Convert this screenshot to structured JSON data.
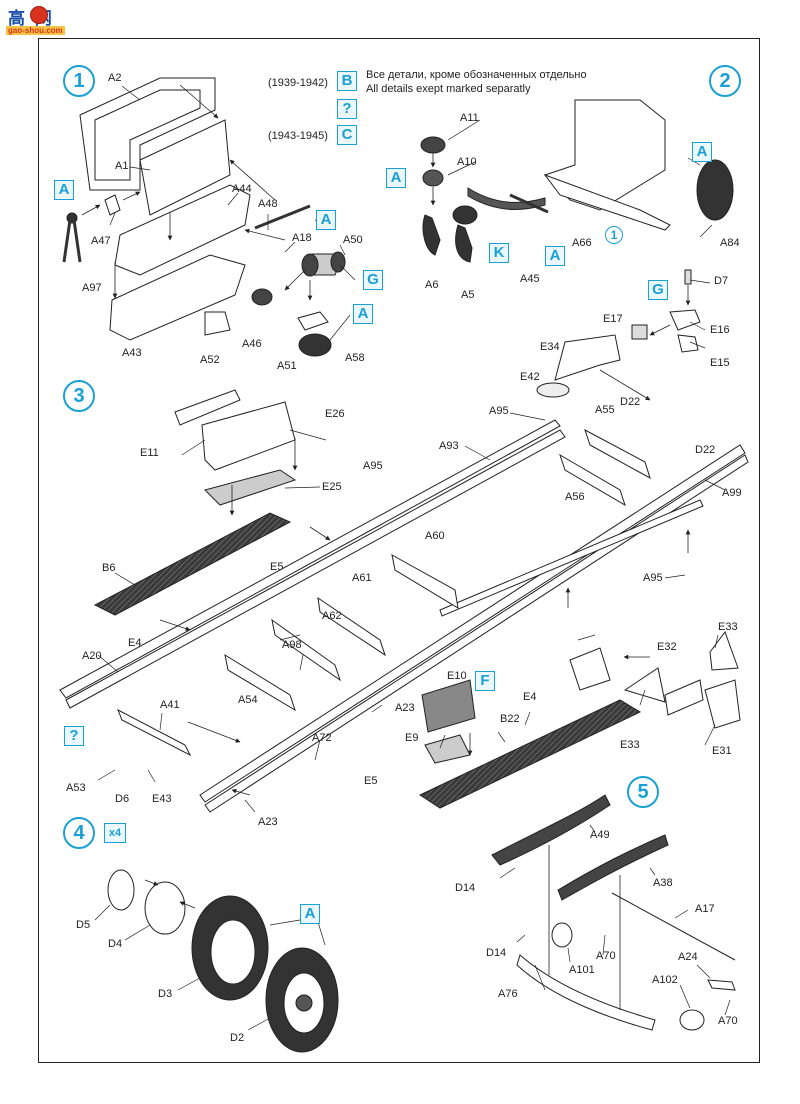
{
  "watermark": {
    "title": "高 网",
    "site": "gao-shou.com"
  },
  "legend": {
    "era_1": "(1939-1942)",
    "era_2": "(1943-1945)",
    "tag_b": "B",
    "tag_q": "?",
    "tag_c": "C",
    "note_ru": "Все детали, кроме обозначенных отдельно",
    "note_en": "All details exept marked separatly"
  },
  "steps": [
    {
      "number": "1"
    },
    {
      "number": "2"
    },
    {
      "number": "3"
    },
    {
      "number": "4",
      "multiplier": "x4"
    },
    {
      "number": "5"
    }
  ],
  "step2_ref": "1",
  "callouts": {
    "s1_a_left": "A",
    "s1_a_a48": "A",
    "s1_g": "G",
    "s1_a_a50": "A",
    "s2_a_left": "A",
    "s2_k": "K",
    "s2_a_a66": "A",
    "s2_a_fan": "A",
    "s2_g": "G",
    "s3_f": "F",
    "s3_q": "?",
    "s4_a": "A"
  },
  "labels": {
    "step1": [
      "A2",
      "A1",
      "A47",
      "A44",
      "A48",
      "A18",
      "A50",
      "A97",
      "A43",
      "A52",
      "A46",
      "A58",
      "A51"
    ],
    "step2": [
      "A11",
      "A10",
      "A6",
      "A5",
      "A45",
      "A66",
      "A84",
      "D7",
      "E16",
      "E15",
      "E17",
      "E34",
      "E42"
    ],
    "step3": [
      "E26",
      "E11",
      "E25",
      "A95",
      "A93",
      "A55",
      "D22",
      "D22",
      "A56",
      "A99",
      "B6",
      "E5",
      "A60",
      "A61",
      "A95",
      "A62",
      "A98",
      "E4",
      "A20",
      "A54",
      "A95",
      "E33",
      "E32",
      "E4",
      "E10",
      "A41",
      "A23",
      "E9",
      "B22",
      "E33",
      "E31",
      "A72",
      "A53",
      "D6",
      "E43",
      "E5",
      "A23"
    ],
    "step4": [
      "D5",
      "D4",
      "D3",
      "D2"
    ],
    "step5": [
      "A49",
      "D14",
      "A38",
      "A17",
      "D14",
      "A70",
      "A24",
      "A101",
      "A102",
      "A76",
      "A70"
    ]
  }
}
